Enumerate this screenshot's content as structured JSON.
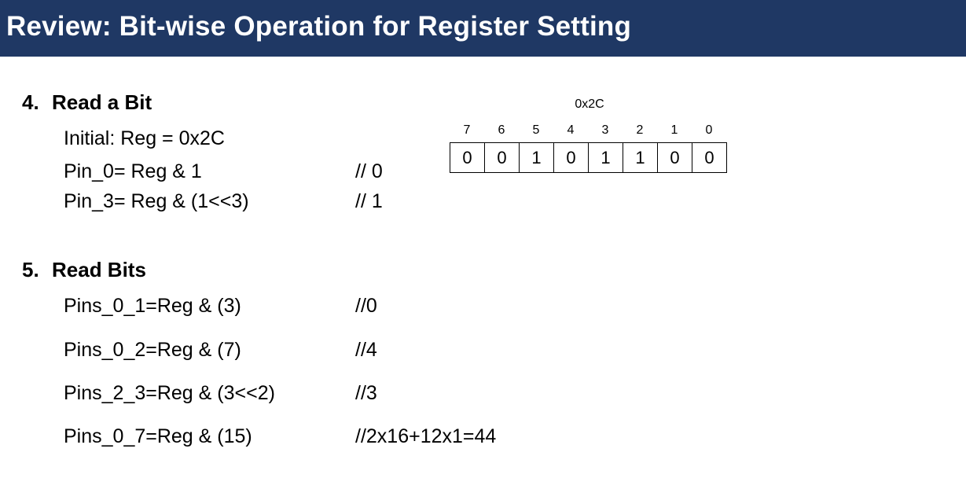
{
  "title": "Review: Bit-wise Operation for Register Setting",
  "section4": {
    "number": "4.",
    "heading": "Read a Bit",
    "lines": [
      {
        "code": "Initial: Reg  = 0x2C",
        "comment": ""
      },
      {
        "code": "Pin_0= Reg & 1",
        "comment": "// 0"
      },
      {
        "code": "Pin_3= Reg & (1<<3)",
        "comment": "//  1"
      }
    ]
  },
  "section5": {
    "number": "5.",
    "heading": "Read Bits",
    "lines": [
      {
        "code": "Pins_0_1=Reg & (3)",
        "comment": "//0"
      },
      {
        "code": "Pins_0_2=Reg & (7)",
        "comment": "//4"
      },
      {
        "code": "Pins_2_3=Reg & (3<<2)",
        "comment": "//3"
      },
      {
        "code": "Pins_0_7=Reg & (15)",
        "comment": "//2x16+12x1=44"
      }
    ]
  },
  "register": {
    "caption": "0x2C",
    "indices": [
      "7",
      "6",
      "5",
      "4",
      "3",
      "2",
      "1",
      "0"
    ],
    "bits": [
      "0",
      "0",
      "1",
      "0",
      "1",
      "1",
      "0",
      "0"
    ]
  }
}
